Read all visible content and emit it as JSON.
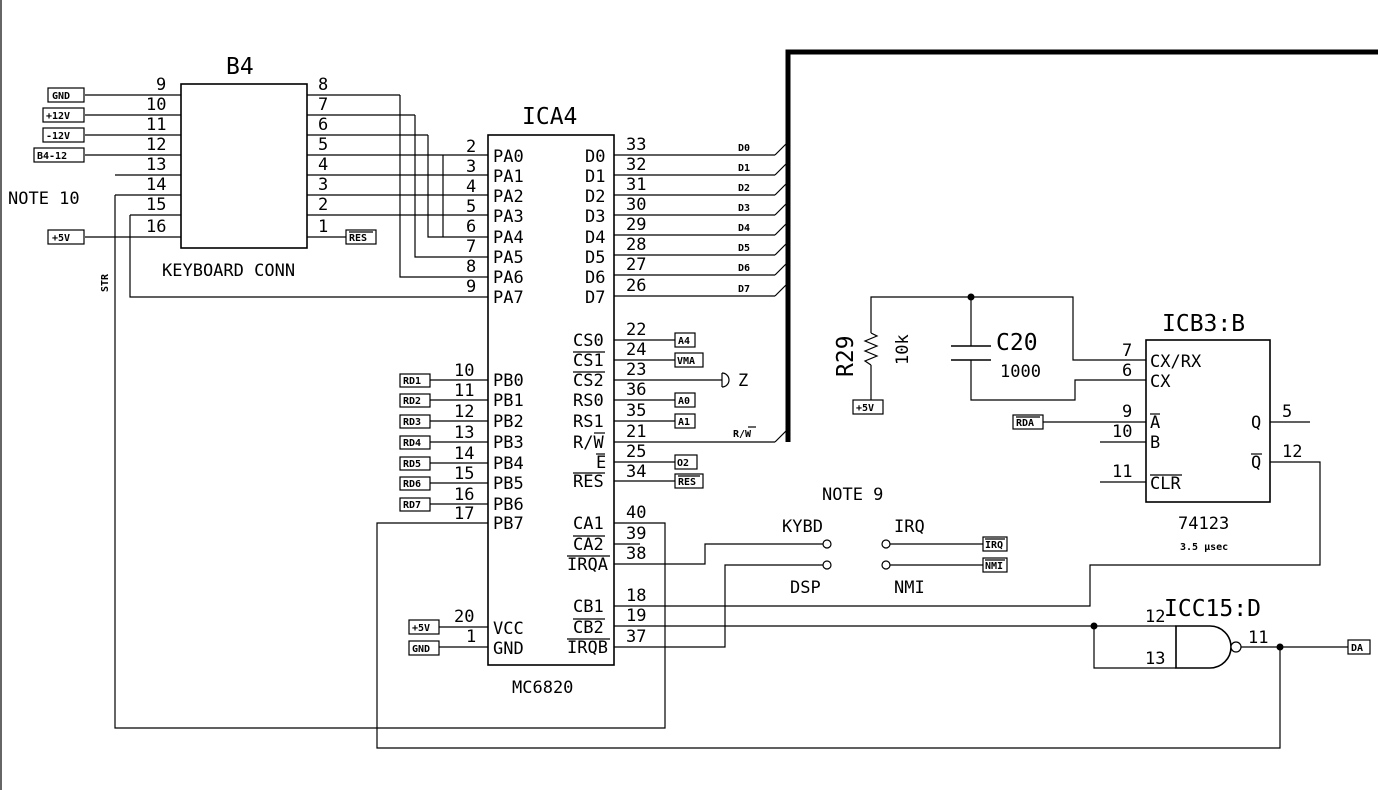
{
  "diagram": {
    "b4": {
      "name": "B4",
      "subtitle": "KEYBOARD CONN",
      "left_pins": [
        "9",
        "10",
        "11",
        "12",
        "13",
        "14",
        "15",
        "16"
      ],
      "right_pins": [
        "8",
        "7",
        "6",
        "5",
        "4",
        "3",
        "2",
        "1"
      ],
      "left_tags": [
        "GND",
        "+12V",
        "-12V",
        "B4-12"
      ],
      "plus5_tag": "+5V",
      "res_tag": "RES",
      "note": "NOTE 10",
      "str_label": "STR"
    },
    "ica4": {
      "name": "ICA4",
      "subtitle": "MC6820",
      "pa_pins": [
        {
          "num": "2",
          "label": "PA0"
        },
        {
          "num": "3",
          "label": "PA1"
        },
        {
          "num": "4",
          "label": "PA2"
        },
        {
          "num": "5",
          "label": "PA3"
        },
        {
          "num": "6",
          "label": "PA4"
        },
        {
          "num": "7",
          "label": "PA5"
        },
        {
          "num": "8",
          "label": "PA6"
        },
        {
          "num": "9",
          "label": "PA7"
        }
      ],
      "pb_pins": [
        {
          "num": "10",
          "label": "PB0",
          "tag": "RD1"
        },
        {
          "num": "11",
          "label": "PB1",
          "tag": "RD2"
        },
        {
          "num": "12",
          "label": "PB2",
          "tag": "RD3"
        },
        {
          "num": "13",
          "label": "PB3",
          "tag": "RD4"
        },
        {
          "num": "14",
          "label": "PB4",
          "tag": "RD5"
        },
        {
          "num": "15",
          "label": "PB5",
          "tag": "RD6"
        },
        {
          "num": "16",
          "label": "PB6",
          "tag": "RD7"
        },
        {
          "num": "17",
          "label": "PB7",
          "tag": ""
        }
      ],
      "power_pins": [
        {
          "num": "20",
          "label": "VCC",
          "tag": "+5V"
        },
        {
          "num": "1",
          "label": "GND",
          "tag": "GND"
        }
      ],
      "d_pins": [
        {
          "num": "33",
          "label": "D0",
          "tag": "D0"
        },
        {
          "num": "32",
          "label": "D1",
          "tag": "D1"
        },
        {
          "num": "31",
          "label": "D2",
          "tag": "D2"
        },
        {
          "num": "30",
          "label": "D3",
          "tag": "D3"
        },
        {
          "num": "29",
          "label": "D4",
          "tag": "D4"
        },
        {
          "num": "28",
          "label": "D5",
          "tag": "D5"
        },
        {
          "num": "27",
          "label": "D6",
          "tag": "D6"
        },
        {
          "num": "26",
          "label": "D7",
          "tag": "D7"
        }
      ],
      "ctrl_pins": [
        {
          "num": "22",
          "label": "CS0",
          "tag": "A4"
        },
        {
          "num": "24",
          "label": "CS1",
          "tag": "VMA"
        },
        {
          "num": "23",
          "label": "CS2",
          "tag": ""
        },
        {
          "num": "36",
          "label": "RS0",
          "tag": "A0"
        },
        {
          "num": "35",
          "label": "RS1",
          "tag": "A1"
        },
        {
          "num": "21",
          "label": "R/W",
          "tag": "R/W"
        },
        {
          "num": "25",
          "label": "E",
          "tag": "O2"
        },
        {
          "num": "34",
          "label": "RES",
          "tag": "RES"
        }
      ],
      "z_label": "Z",
      "irq_pins": [
        {
          "num": "40",
          "label": "CA1"
        },
        {
          "num": "39",
          "label": "CA2"
        },
        {
          "num": "38",
          "label": "IRQA"
        },
        {
          "num": "18",
          "label": "CB1"
        },
        {
          "num": "19",
          "label": "CB2"
        },
        {
          "num": "37",
          "label": "IRQB"
        }
      ]
    },
    "note9": {
      "title": "NOTE 9",
      "kybd": "KYBD",
      "dsp": "DSP",
      "irq": "IRQ",
      "nmi": "NMI",
      "irq_tag": "IRQ",
      "nmi_tag": "NMI"
    },
    "r29": {
      "name": "R29",
      "value": "10k",
      "tag": "+5V"
    },
    "c20": {
      "name": "C20",
      "value": "1000"
    },
    "icb3": {
      "name": "ICB3:B",
      "part": "74123",
      "timing": "3.5 µsec",
      "pins": [
        {
          "num": "7",
          "label": "CX/RX"
        },
        {
          "num": "6",
          "label": "CX"
        },
        {
          "num": "9",
          "label": "A"
        },
        {
          "num": "10",
          "label": "B"
        },
        {
          "num": "11",
          "label": "CLR"
        },
        {
          "num": "5",
          "label": "Q"
        },
        {
          "num": "12",
          "label": "Q"
        }
      ],
      "rda_tag": "RDA"
    },
    "icc15": {
      "name": "ICC15:D",
      "in1": "12",
      "in2": "13",
      "out": "11",
      "da_tag": "DA"
    }
  }
}
